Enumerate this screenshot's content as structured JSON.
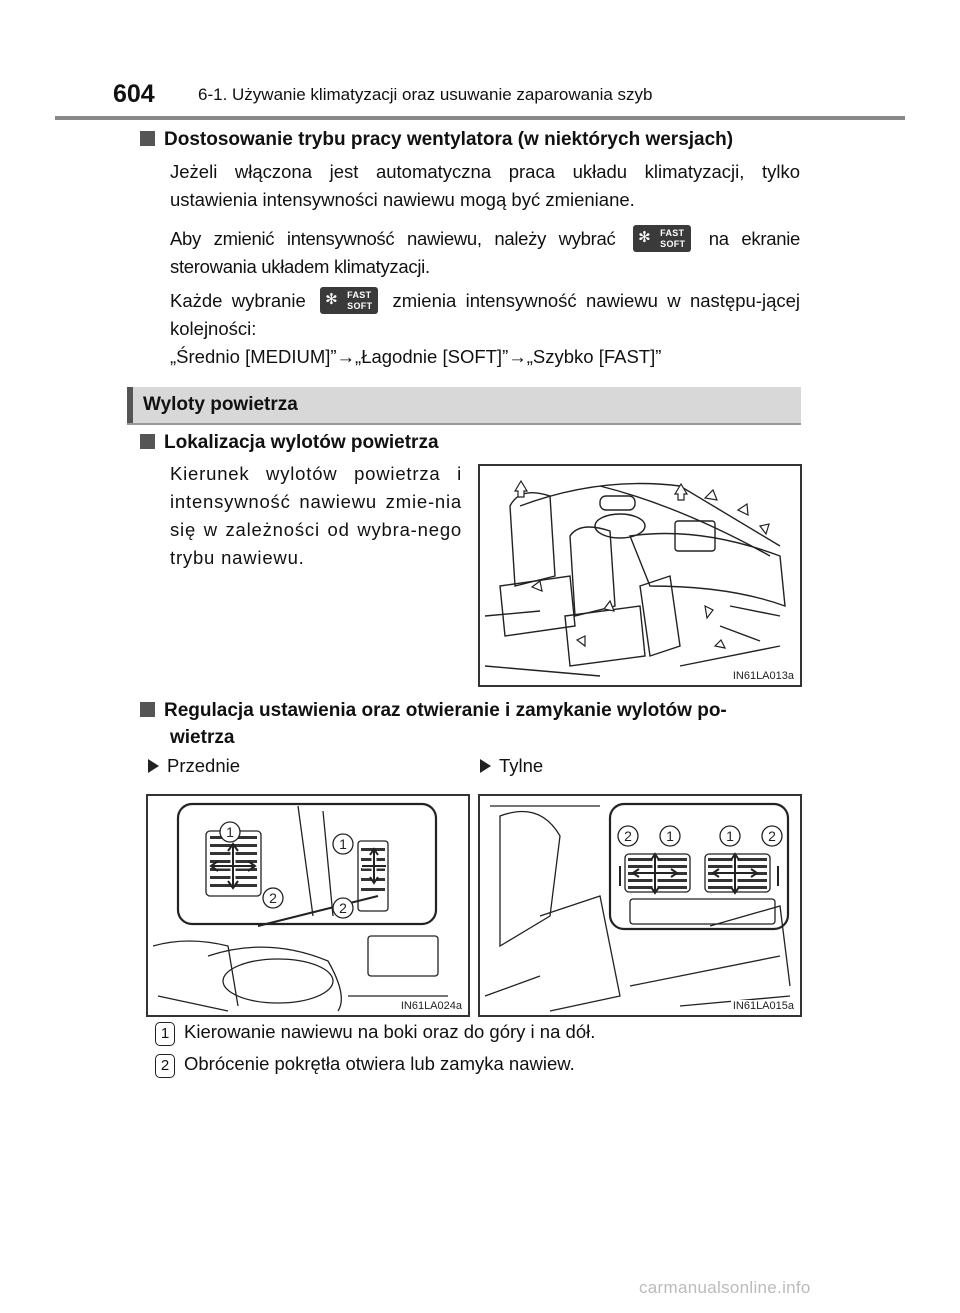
{
  "header": {
    "page_number": "604",
    "title": "6-1. Używanie klimatyzacji oraz usuwanie zaparowania szyb"
  },
  "fan_mode": {
    "heading": "Dostosowanie trybu pracy wentylatora (w niektórych wersjach)",
    "p1": "Jeżeli włączona jest automatyczna praca układu klimatyzacji, tylko ustawienia intensywności nawiewu mogą być zmieniane.",
    "p2_before": "Aby zmienić intensywność nawiewu, należy wybrać",
    "p2_after": "na ekranie sterowania układem klimatyzacji.",
    "p3_before": "Każde wybranie",
    "p3_after": "zmienia intensywność nawiewu w następu-jącej kolejności:",
    "sequence": "„Średnio [MEDIUM]”→„Łagodnie [SOFT]”→„Szybko [FAST]”",
    "button": {
      "line1": "FAST",
      "line2": "SOFT",
      "icon": "fan-icon"
    }
  },
  "section": {
    "title": "Wyloty powietrza"
  },
  "location": {
    "heading": "Lokalizacja wylotów powietrza",
    "text": "Kierunek wylotów powietrza i intensywność nawiewu zmie-nia się w zależności od wybra-nego trybu nawiewu.",
    "figure_code": "IN61LA013a"
  },
  "adjust": {
    "heading_line1": "Regulacja ustawienia oraz otwieranie i zamykanie wylotów po-",
    "heading_line2": "wietrza",
    "front": {
      "label": "Przednie",
      "figure_code": "IN61LA024a"
    },
    "rear": {
      "label": "Tylne",
      "figure_code": "IN61LA015a"
    },
    "callouts": [
      "1",
      "2"
    ]
  },
  "legend": [
    {
      "num": "1",
      "text": "Kierowanie nawiewu na boki oraz do góry i na dół."
    },
    {
      "num": "2",
      "text": "Obrócenie pokrętła otwiera lub zamyka nawiew."
    }
  ],
  "watermark": "carmanualsonline.info"
}
